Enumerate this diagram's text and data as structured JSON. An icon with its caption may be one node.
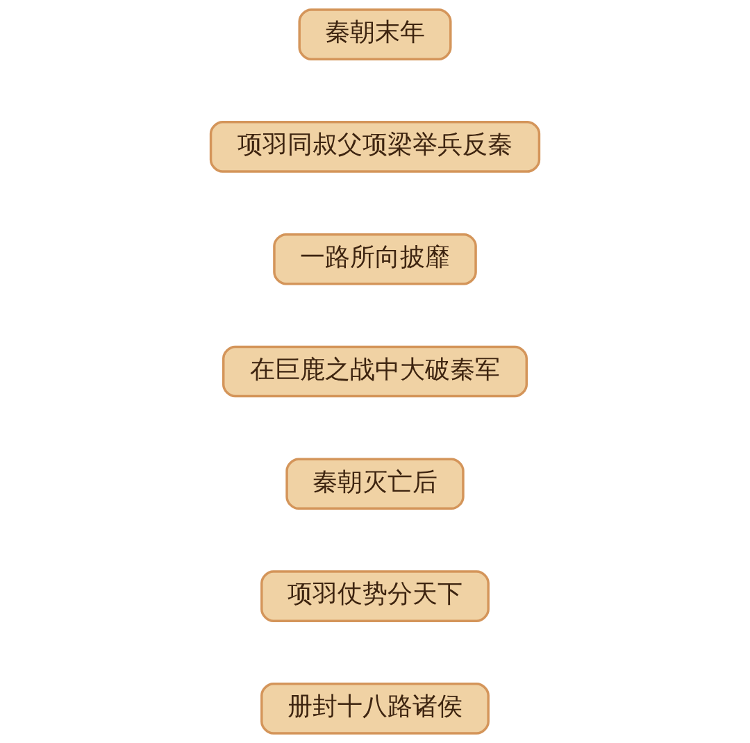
{
  "diagram": {
    "nodes": [
      {
        "text": [
          "秦朝末年"
        ]
      },
      {
        "text": [
          "项羽同叔父项梁举兵反秦"
        ]
      },
      {
        "text": [
          "一路所向披靡"
        ]
      },
      {
        "text": [
          "在巨鹿之战中大破秦军"
        ]
      },
      {
        "text": [
          "秦朝灭亡后"
        ]
      },
      {
        "text": [
          "项羽仗势分天下"
        ]
      },
      {
        "text": [
          "册封十八路诸侯"
        ]
      }
    ]
  }
}
